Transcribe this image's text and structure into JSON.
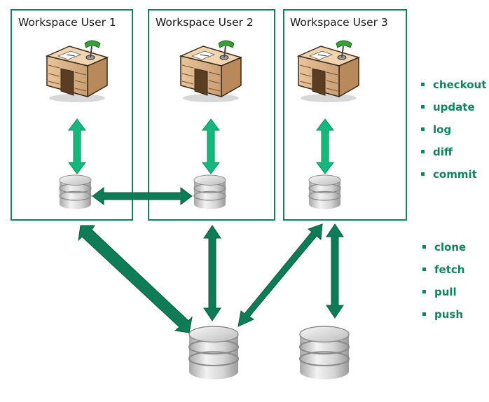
{
  "workspaces": [
    {
      "title": "Workspace User 1"
    },
    {
      "title": "Workspace User 2"
    },
    {
      "title": "Workspace User 3"
    }
  ],
  "local_commands": [
    "checkout",
    "update",
    "log",
    "diff",
    "commit"
  ],
  "remote_commands": [
    "clone",
    "fetch",
    "pull",
    "push"
  ],
  "colors": {
    "box_border": "#12825f",
    "command_text": "#12825f",
    "arrow_light": "#14b87c",
    "arrow_dark": "#0f7c58",
    "database": "#c9c9c9"
  },
  "icons": {
    "desk": "desk-with-lamp-icon",
    "repository": "database-icon"
  }
}
